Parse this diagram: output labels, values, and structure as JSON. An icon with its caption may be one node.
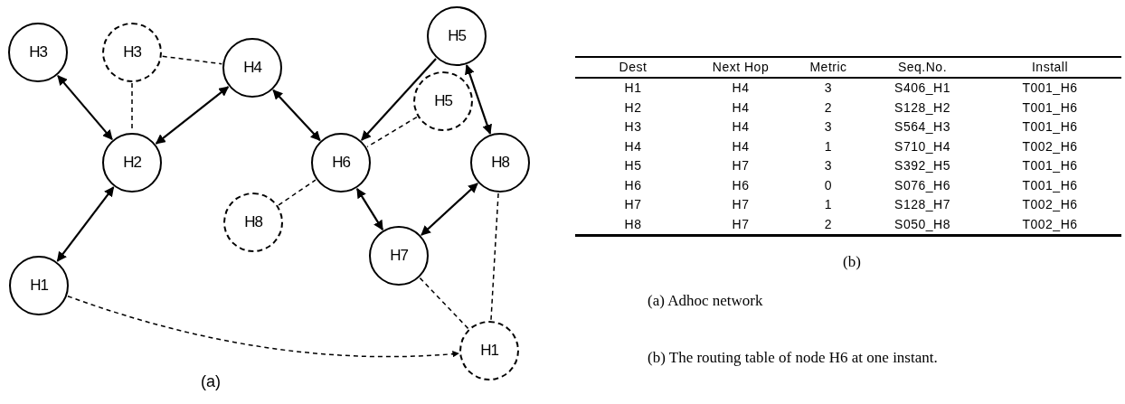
{
  "diagram": {
    "nodes": [
      {
        "text": [
          "H3"
        ]
      },
      {
        "text": [
          "H3"
        ]
      },
      {
        "text": [
          "H4"
        ]
      },
      {
        "text": [
          "H5"
        ]
      },
      {
        "text": [
          "H5"
        ]
      },
      {
        "text": [
          "H2"
        ]
      },
      {
        "text": [
          "H6"
        ]
      },
      {
        "text": [
          "H8"
        ]
      },
      {
        "text": [
          "H8"
        ]
      },
      {
        "text": [
          "H7"
        ]
      },
      {
        "text": [
          "H1"
        ]
      },
      {
        "text": [
          "H1"
        ]
      }
    ],
    "edges": [
      {
        "from": 0,
        "to": 5,
        "arrow": "both"
      },
      {
        "from": 1,
        "to": 5,
        "arrow": "none",
        "style": "dashed"
      },
      {
        "from": 1,
        "to": 2,
        "arrow": "none",
        "style": "dashed"
      },
      {
        "from": 5,
        "to": 2,
        "arrow": "both"
      },
      {
        "from": 5,
        "to": 10,
        "arrow": "both"
      },
      {
        "from": 2,
        "to": 6,
        "arrow": "both"
      },
      {
        "from": 3,
        "to": 6,
        "arrow": "to"
      },
      {
        "from": 4,
        "to": 6,
        "arrow": "none",
        "style": "dashed"
      },
      {
        "from": 3,
        "to": 7,
        "arrow": "both"
      },
      {
        "from": 8,
        "to": 6,
        "arrow": "none",
        "style": "dashed"
      },
      {
        "from": 6,
        "to": 9,
        "arrow": "both"
      },
      {
        "from": 9,
        "to": 7,
        "arrow": "both"
      },
      {
        "from": 7,
        "to": 11,
        "arrow": "none",
        "style": "dashed"
      },
      {
        "from": 9,
        "to": 11,
        "arrow": "none",
        "style": "dashed"
      },
      {
        "from": 10,
        "to": 11,
        "arrow": "to",
        "style": "dashed"
      }
    ],
    "labels": [
      "(a)",
      "Dest",
      "Next Hop",
      "Metric",
      "Seq.No.",
      "Install",
      "H1",
      "H4",
      "3",
      "S406_H1",
      "T001_H6",
      "H2",
      "H4",
      "2",
      "S128_H2",
      "T001_H6",
      "H3",
      "H4",
      "3",
      "S564_H3",
      "T001_H6",
      "H4",
      "H4",
      "1",
      "S710_H4",
      "T002_H6",
      "H5",
      "H7",
      "3",
      "S392_H5",
      "T001_H6",
      "H6",
      "H6",
      "0",
      "S076_H6",
      "T001_H6",
      "H7",
      "H7",
      "1",
      "S128_H7",
      "T002_H6",
      "H8",
      "H7",
      "2",
      "S050_H8",
      "T002_H6",
      "(b)",
      "(a) Adhoc network",
      "(b) The routing table of node H6 at one instant."
    ]
  }
}
